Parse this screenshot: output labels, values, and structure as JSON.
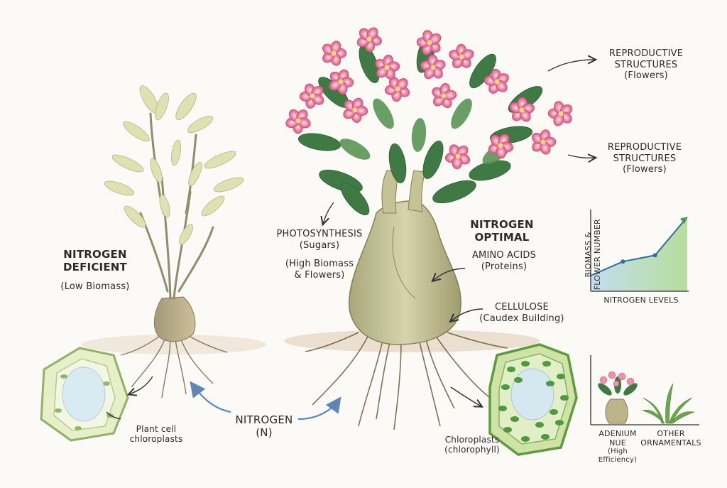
{
  "deficient": {
    "title_line1": "NITROGEN",
    "title_line2": "DEFICIENT",
    "note": "(Low Biomass)"
  },
  "optimal": {
    "title_line1": "NITROGEN",
    "title_line2": "OPTIMAL"
  },
  "labels": {
    "photosynthesis": "PHOTOSYNTHESIS",
    "photosynthesis_sub": "(Sugars)",
    "high_biomass_1": "(High Biomass",
    "high_biomass_2": "& Flowers)",
    "amino_acids": "AMINO ACIDS",
    "amino_acids_sub": "(Proteins)",
    "cellulose": "CELLULOSE",
    "cellulose_sub": "(Caudex Building)",
    "repro1_line1": "REPRODUCTIVE",
    "repro1_line2": "STRUCTURES",
    "repro1_line3": "(Flowers)",
    "repro2_line1": "REPRODUCTIVE",
    "repro2_line2": "STRUCTURES",
    "repro2_line3": "(Flowers)",
    "nitrogen": "NITROGEN",
    "nitrogen_sub": "(N)",
    "plant_cell_1": "Plant cell",
    "plant_cell_2": "chloroplasts",
    "chloro_1": "Chloroplasts",
    "chloro_2": "(chlorophyll)"
  },
  "chart_data": {
    "type": "area",
    "xlabel": "NITROGEN LEVELS",
    "ylabel_line1": "BIOMASS &",
    "ylabel_line2": "FLOWER NUMBER",
    "x": [
      0,
      1,
      2,
      3
    ],
    "y": [
      0.2,
      0.38,
      0.46,
      0.95
    ],
    "colors": {
      "line": "#2f6f9e",
      "fill_start": "#bcd8ef",
      "fill_end": "#a9d98a"
    }
  },
  "comparison": {
    "adenium_1": "ADENIUM",
    "adenium_2": "NUE",
    "adenium_3": "(High Efficiency)",
    "other_1": "OTHER",
    "other_2": "ORNAMENTALS"
  }
}
